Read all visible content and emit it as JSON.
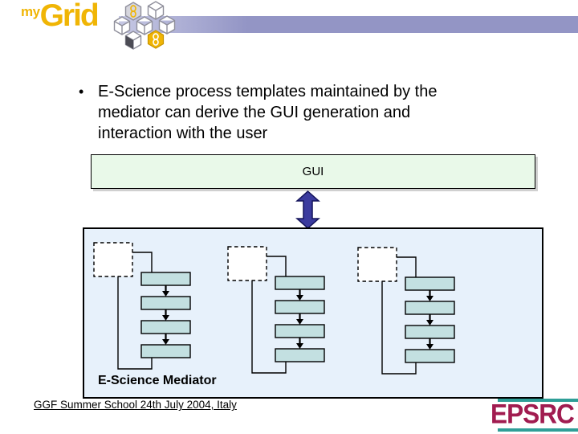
{
  "logo": {
    "prefix": "my",
    "word": "Grid"
  },
  "bullet": {
    "marker": "•",
    "lines": [
      "E-Science process templates maintained by the",
      "mediator can derive the GUI generation and",
      "interaction with the user"
    ]
  },
  "gui": {
    "label": "GUI"
  },
  "mediator": {
    "label": "E-Science Mediator",
    "template_groups": 3,
    "steps_per_group": 4
  },
  "footer": {
    "text": "GGF Summer School 24th July 2004, Italy"
  },
  "epsrc_logo": {
    "text": "EPSRC"
  },
  "icons": {
    "cube_cluster": "mygrid-cubes-icon",
    "double_arrow": "up-down-arrow-icon",
    "chain_link": "link-icon"
  },
  "colors": {
    "brand_yellow": "#f0b505",
    "bar_light": "#c6c8e4",
    "bar_dark": "#9395c5",
    "gui_bg": "#e9f9e9",
    "mediator_bg": "#e7f1fb",
    "step_fill": "#c3e0e1",
    "arrow_blue": "#3b3b9e",
    "epsrc_maroon": "#a11c50",
    "epsrc_teal": "#2f9e97"
  }
}
